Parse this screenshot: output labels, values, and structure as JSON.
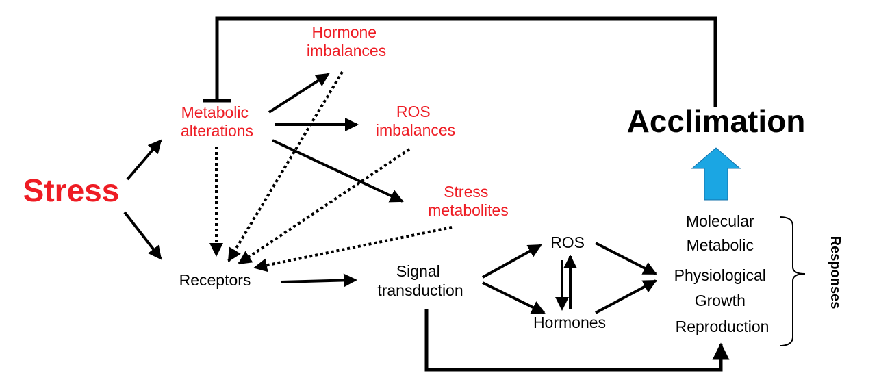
{
  "nodes": {
    "stress": "Stress",
    "metabolic": [
      "Metabolic",
      "alterations"
    ],
    "hormone_imbalances": [
      "Hormone",
      "imbalances"
    ],
    "ros_imbalances": [
      "ROS",
      "imbalances"
    ],
    "stress_metabolites": [
      "Stress",
      "metabolites"
    ],
    "receptors": "Receptors",
    "signal_transduction": [
      "Signal",
      "transduction"
    ],
    "ros": "ROS",
    "hormones": "Hormones",
    "responses_list": [
      "Molecular",
      "Metabolic",
      "Physiological",
      "Growth",
      "Reproduction"
    ],
    "responses_label": "Responses",
    "acclimation": "Acclimation"
  },
  "colors": {
    "stress_text": "#ee1c24",
    "text": "#000000",
    "up_arrow": "#1ba6e3"
  }
}
